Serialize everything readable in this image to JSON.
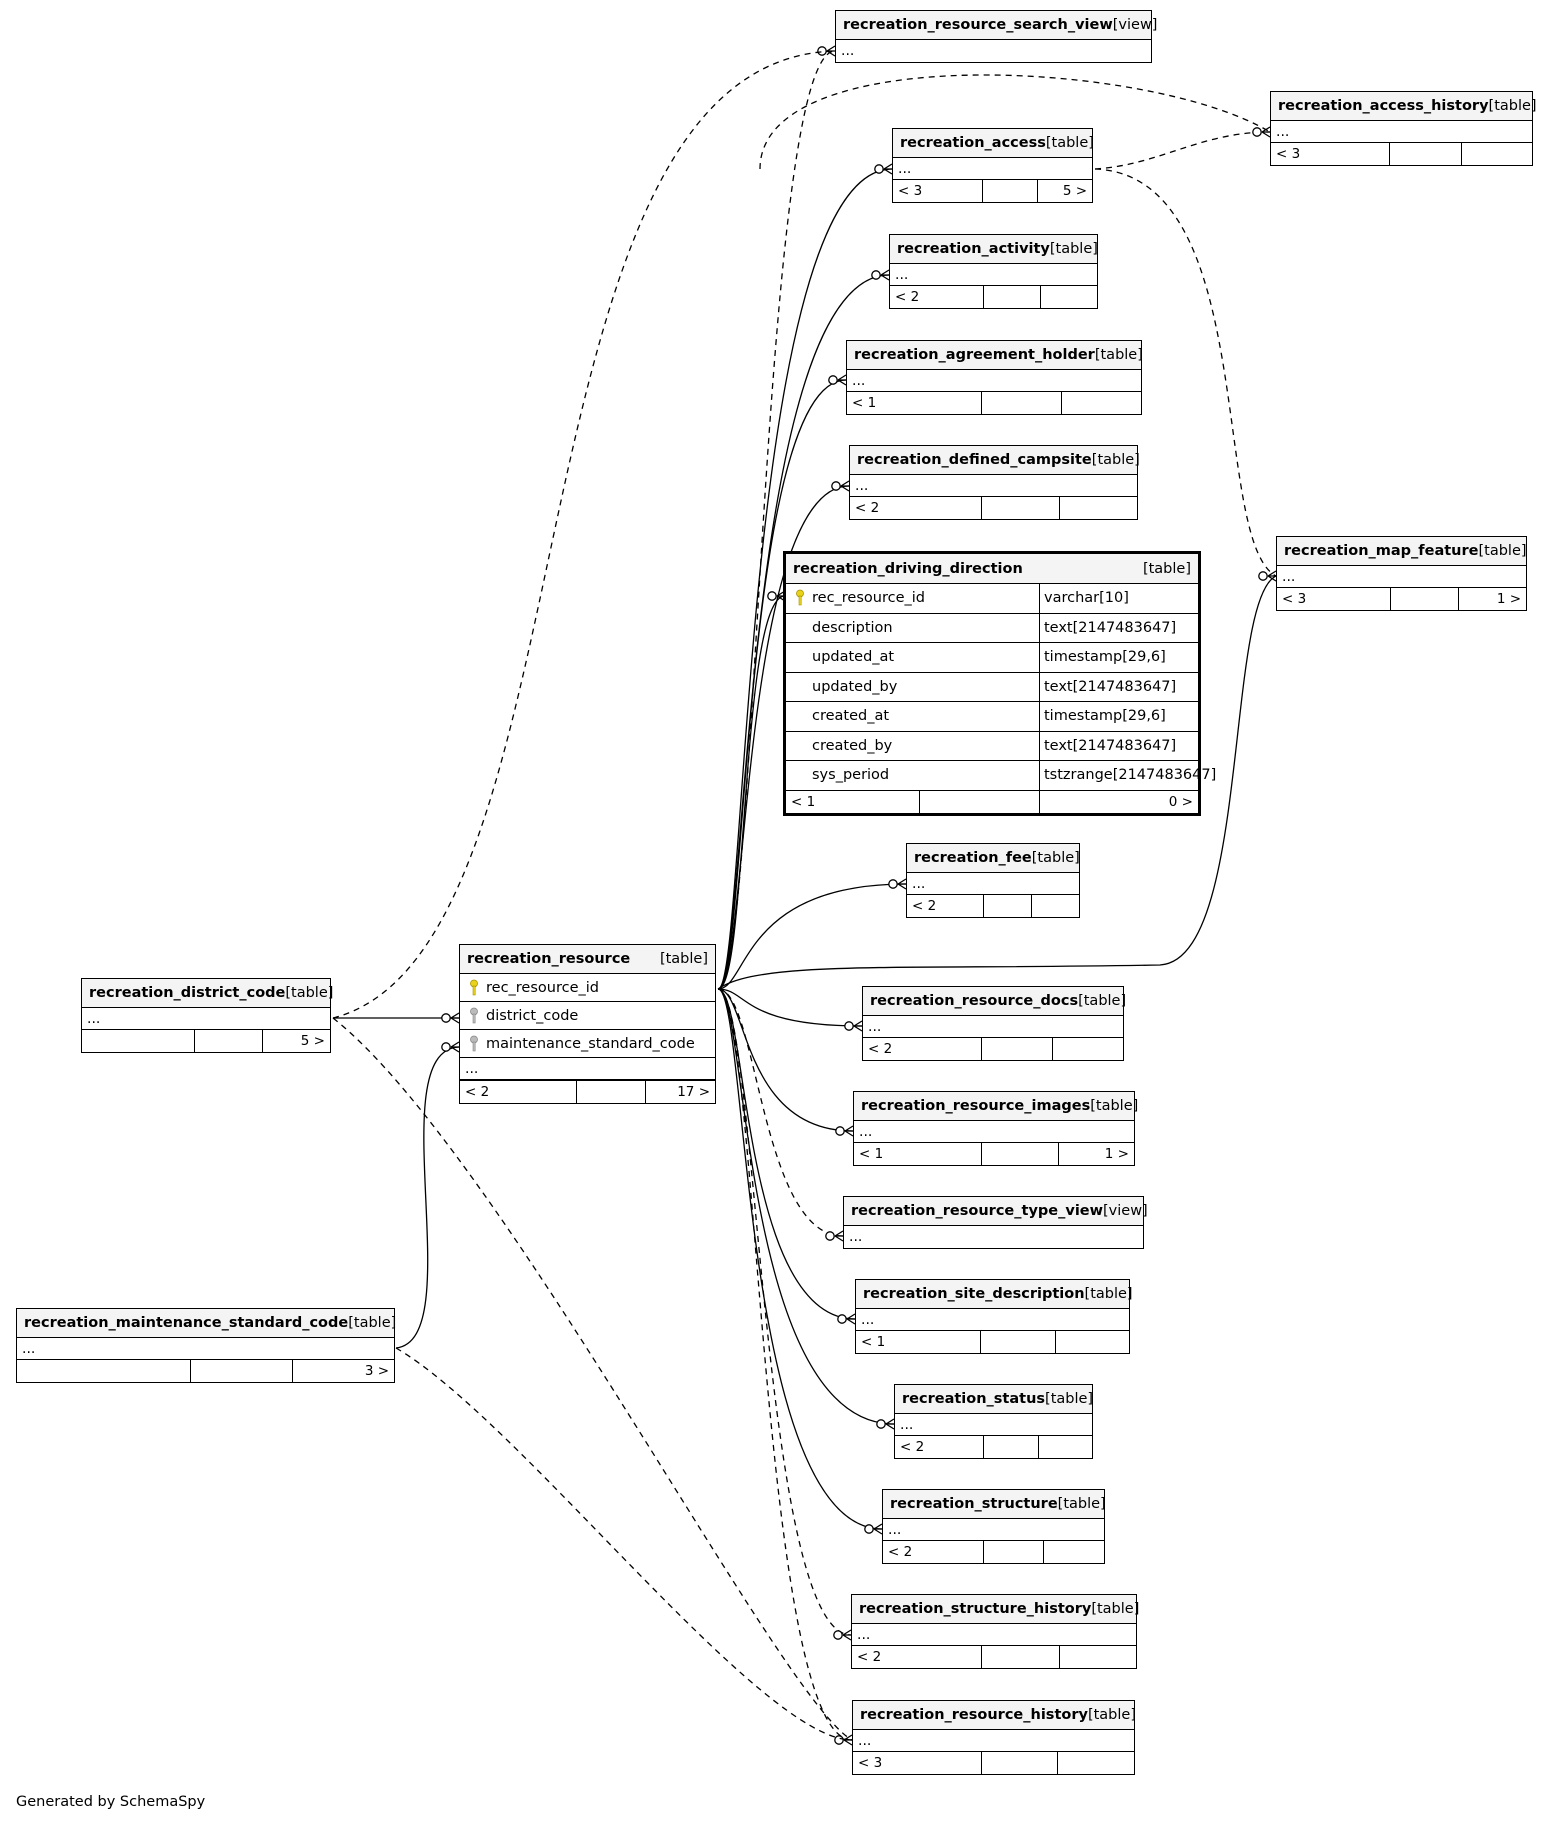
{
  "credit": "Generated by SchemaSpy",
  "focus_table": {
    "name": "recreation_driving_direction",
    "type": "[table]",
    "columns": [
      {
        "name": "rec_resource_id",
        "type": "varchar[10]",
        "key": "primary-key-icon"
      },
      {
        "name": "description",
        "type": "text[2147483647]",
        "key": ""
      },
      {
        "name": "updated_at",
        "type": "timestamp[29,6]",
        "key": ""
      },
      {
        "name": "updated_by",
        "type": "text[2147483647]",
        "key": ""
      },
      {
        "name": "created_at",
        "type": "timestamp[29,6]",
        "key": ""
      },
      {
        "name": "created_by",
        "type": "text[2147483647]",
        "key": ""
      },
      {
        "name": "sys_period",
        "type": "tstzrange[2147483647]",
        "key": ""
      }
    ],
    "footer": {
      "parents": "< 1",
      "middle": "",
      "children": "0 >"
    }
  },
  "resource_table": {
    "name": "recreation_resource",
    "type": "[table]",
    "columns": [
      {
        "name": "rec_resource_id",
        "key": "primary-key-icon"
      },
      {
        "name": "district_code",
        "key": "foreign-key-icon"
      },
      {
        "name": "maintenance_standard_code",
        "key": "foreign-key-icon"
      }
    ],
    "ellipsis": "...",
    "footer": {
      "parents": "< 2",
      "middle": "",
      "children": "17 >"
    }
  },
  "tables": [
    {
      "id": "search_view",
      "name": "recreation_resource_search_view",
      "type": "[view]",
      "ellipsis": "..."
    },
    {
      "id": "access_history",
      "name": "recreation_access_history",
      "type": "[table]",
      "ellipsis": "...",
      "footer": {
        "parents": "< 3",
        "middle": "",
        "children": ""
      }
    },
    {
      "id": "access",
      "name": "recreation_access",
      "type": "[table]",
      "ellipsis": "...",
      "footer": {
        "parents": "< 3",
        "middle": "",
        "children": "5 >"
      }
    },
    {
      "id": "activity",
      "name": "recreation_activity",
      "type": "[table]",
      "ellipsis": "...",
      "footer": {
        "parents": "< 2",
        "middle": "",
        "children": ""
      }
    },
    {
      "id": "agreement_holder",
      "name": "recreation_agreement_holder",
      "type": "[table]",
      "ellipsis": "...",
      "footer": {
        "parents": "< 1",
        "middle": "",
        "children": ""
      }
    },
    {
      "id": "defined_campsite",
      "name": "recreation_defined_campsite",
      "type": "[table]",
      "ellipsis": "...",
      "footer": {
        "parents": "< 2",
        "middle": "",
        "children": ""
      }
    },
    {
      "id": "map_feature",
      "name": "recreation_map_feature",
      "type": "[table]",
      "ellipsis": "...",
      "footer": {
        "parents": "< 3",
        "middle": "",
        "children": "1 >"
      }
    },
    {
      "id": "fee",
      "name": "recreation_fee",
      "type": "[table]",
      "ellipsis": "...",
      "footer": {
        "parents": "< 2",
        "middle": "",
        "children": ""
      }
    },
    {
      "id": "resource_docs",
      "name": "recreation_resource_docs",
      "type": "[table]",
      "ellipsis": "...",
      "footer": {
        "parents": "< 2",
        "middle": "",
        "children": ""
      }
    },
    {
      "id": "resource_images",
      "name": "recreation_resource_images",
      "type": "[table]",
      "ellipsis": "...",
      "footer": {
        "parents": "< 1",
        "middle": "",
        "children": "1 >"
      }
    },
    {
      "id": "type_view",
      "name": "recreation_resource_type_view",
      "type": "[view]",
      "ellipsis": "..."
    },
    {
      "id": "site_description",
      "name": "recreation_site_description",
      "type": "[table]",
      "ellipsis": "...",
      "footer": {
        "parents": "< 1",
        "middle": "",
        "children": ""
      }
    },
    {
      "id": "status",
      "name": "recreation_status",
      "type": "[table]",
      "ellipsis": "...",
      "footer": {
        "parents": "< 2",
        "middle": "",
        "children": ""
      }
    },
    {
      "id": "structure",
      "name": "recreation_structure",
      "type": "[table]",
      "ellipsis": "...",
      "footer": {
        "parents": "< 2",
        "middle": "",
        "children": ""
      }
    },
    {
      "id": "structure_history",
      "name": "recreation_structure_history",
      "type": "[table]",
      "ellipsis": "...",
      "footer": {
        "parents": "< 2",
        "middle": "",
        "children": ""
      }
    },
    {
      "id": "resource_history",
      "name": "recreation_resource_history",
      "type": "[table]",
      "ellipsis": "...",
      "footer": {
        "parents": "< 3",
        "middle": "",
        "children": ""
      }
    },
    {
      "id": "district_code",
      "name": "recreation_district_code",
      "type": "[table]",
      "ellipsis": "...",
      "footer": {
        "parents": "",
        "middle": "",
        "children": "5 >"
      }
    },
    {
      "id": "maintenance_code",
      "name": "recreation_maintenance_standard_code",
      "type": "[table]",
      "ellipsis": "...",
      "footer": {
        "parents": "",
        "middle": "",
        "children": "3 >"
      }
    }
  ]
}
